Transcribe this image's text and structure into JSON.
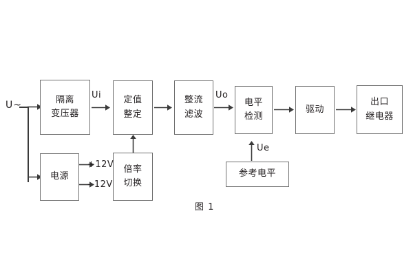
{
  "figure": {
    "caption": "图 1",
    "background": "#ffffff",
    "line_color": "#3a3a3a",
    "box_border_color": "#6e6e6e",
    "text_color": "#231f20"
  },
  "blocks": [
    {
      "id": "isolation-transformer",
      "lines": [
        "隔离",
        "变压器"
      ]
    },
    {
      "id": "setting-value",
      "lines": [
        "定值",
        "整定"
      ]
    },
    {
      "id": "rectify-filter",
      "lines": [
        "整流",
        "滤波"
      ]
    },
    {
      "id": "level-detect",
      "lines": [
        "电平",
        "检测"
      ]
    },
    {
      "id": "drive",
      "lines": [
        "驱动"
      ]
    },
    {
      "id": "output-relay",
      "lines": [
        "出口",
        "继电器"
      ]
    },
    {
      "id": "power-supply",
      "lines": [
        "电源"
      ]
    },
    {
      "id": "multiplier-switch",
      "lines": [
        "倍率",
        "切换"
      ]
    },
    {
      "id": "reference-level",
      "lines": [
        "参考电平"
      ]
    }
  ],
  "labels": {
    "input_source": "U~",
    "ui": "Ui",
    "uo": "Uo",
    "ue": "Ue",
    "rail_positive": "+12V",
    "rail_negative": "- 12V"
  }
}
